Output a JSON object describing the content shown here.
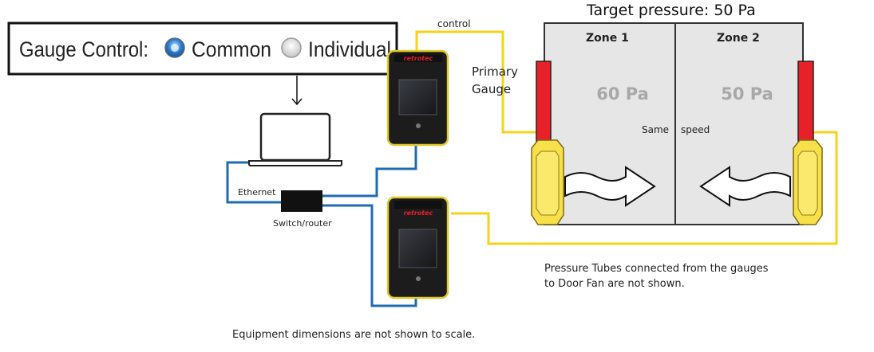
{
  "target_pressure": "Target pressure: 50 Pa",
  "gauge_control": {
    "label": "Gauge Control:",
    "options": [
      {
        "label": "Common",
        "selected": true
      },
      {
        "label": "Individual",
        "selected": false
      }
    ]
  },
  "labels": {
    "control": "control",
    "primary_gauge_line1": "Primary",
    "primary_gauge_line2": "Gauge",
    "ethernet": "Ethernet",
    "switch_router": "Switch/router",
    "same": "Same",
    "speed": "speed",
    "tubes_note_line1": "Pressure Tubes connected from the gauges",
    "tubes_note_line2": "to Door Fan are not shown.",
    "scale_note": "Equipment dimensions are not shown to scale."
  },
  "zones": [
    {
      "name": "Zone 1",
      "pressure": "60 Pa"
    },
    {
      "name": "Zone 2",
      "pressure": "50 Pa"
    }
  ],
  "gauge_brand": "retrotec",
  "colors": {
    "cable_yellow": "#f5d31c",
    "cable_blue": "#1e6cb0",
    "door_red": "#e8202a",
    "zone_fill": "#e6e6e6",
    "fan_yellow": "#f8e04a",
    "radio_selected": "#2f7fd0"
  },
  "icons": {
    "laptop": "laptop-icon",
    "switch": "switch-router-icon",
    "gauge": "pressure-gauge-icon",
    "fan": "door-fan-icon",
    "arrow": "airflow-arrow-icon"
  }
}
